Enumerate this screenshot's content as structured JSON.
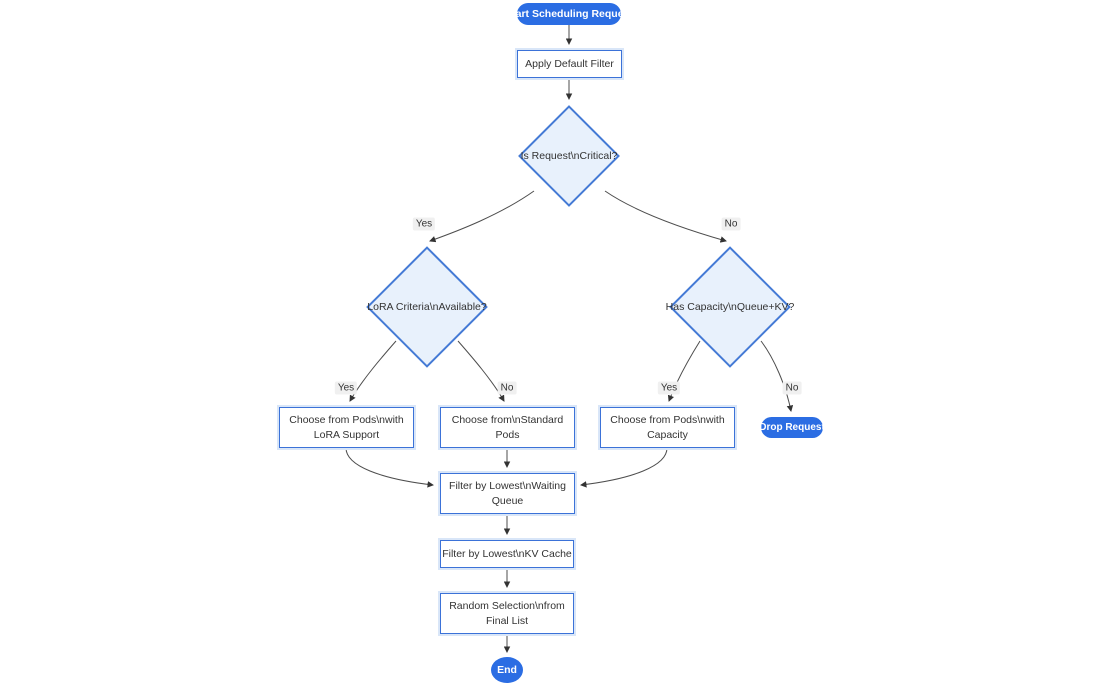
{
  "diagram": {
    "type": "flowchart",
    "direction": "top-down",
    "nodes": {
      "start": {
        "label": "Start Scheduling Request",
        "shape": "pill"
      },
      "apply_filter": {
        "label": "Apply Default Filter",
        "shape": "rect"
      },
      "is_critical": {
        "label": "Is Request\\nCritical?",
        "shape": "diamond"
      },
      "lora_criteria": {
        "label": "LoRA Criteria\\nAvailable?",
        "shape": "diamond"
      },
      "has_capacity": {
        "label": "Has Capacity\\nQueue+KV?",
        "shape": "diamond"
      },
      "choose_lora_pods": {
        "label": "Choose from Pods\\nwith LoRA Support",
        "shape": "rect"
      },
      "choose_standard_pods": {
        "label": "Choose from\\nStandard Pods",
        "shape": "rect"
      },
      "choose_capacity_pods": {
        "label": "Choose from Pods\\nwith Capacity",
        "shape": "rect"
      },
      "drop_request": {
        "label": "Drop Request",
        "shape": "pill"
      },
      "filter_waiting_queue": {
        "label": "Filter by Lowest\\nWaiting Queue",
        "shape": "rect"
      },
      "filter_kv_cache": {
        "label": "Filter by Lowest\\nKV Cache",
        "shape": "rect"
      },
      "random_selection": {
        "label": "Random Selection\\nfrom Final List",
        "shape": "rect"
      },
      "end": {
        "label": "End",
        "shape": "ellipse"
      }
    },
    "edge_labels": {
      "critical_yes": "Yes",
      "critical_no": "No",
      "lora_yes": "Yes",
      "lora_no": "No",
      "capacity_yes": "Yes",
      "capacity_no": "No"
    },
    "colors": {
      "accent_blue": "#2b6de3",
      "node_border_blue": "#3b72d8",
      "node_border_halo": "#d9e6f8",
      "diamond_fill": "#e8f1fc",
      "diamond_border": "#447ad5",
      "edge_line": "#4d4d4d",
      "arrowhead": "#333333",
      "edge_label_bg": "#f0f0f0",
      "text": "#333333",
      "background": "#ffffff"
    }
  }
}
